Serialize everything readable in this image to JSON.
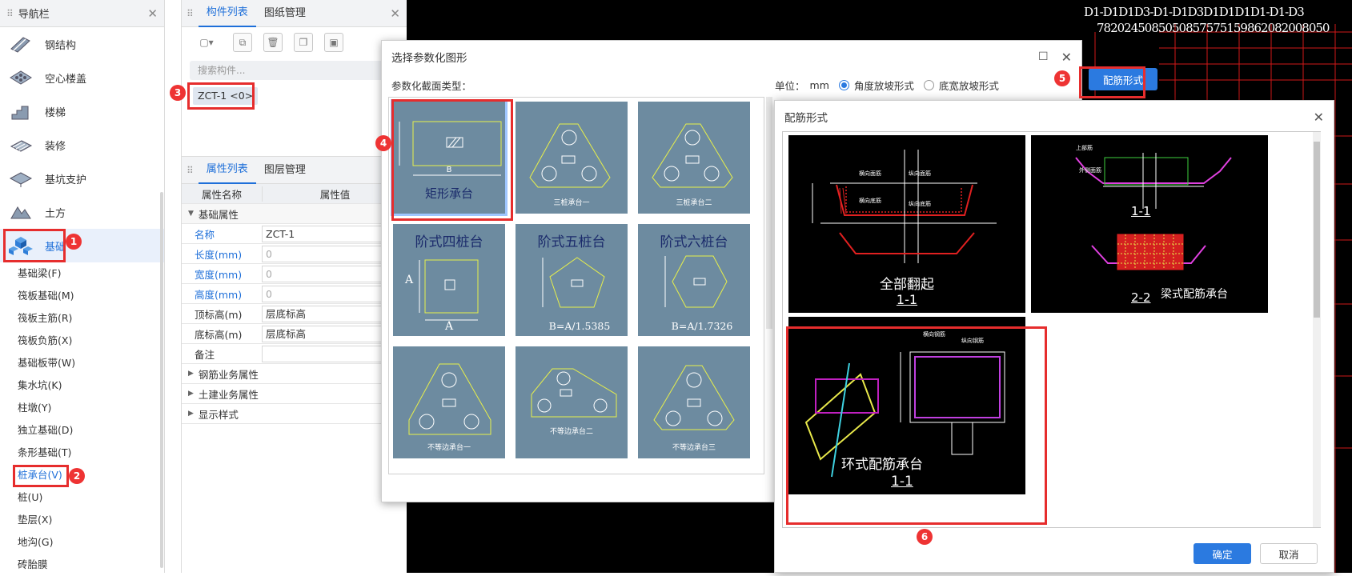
{
  "nav": {
    "title": "导航栏",
    "items": [
      "钢结构",
      "空心楼盖",
      "楼梯",
      "装修",
      "基坑支护",
      "土方",
      "基础"
    ],
    "subitems": [
      "基础梁(F)",
      "筏板基础(M)",
      "筏板主筋(R)",
      "筏板负筋(X)",
      "基础板带(W)",
      "集水坑(K)",
      "柱墩(Y)",
      "独立基础(D)",
      "条形基础(T)",
      "桩承台(V)",
      "桩(U)",
      "垫层(X)",
      "地沟(G)",
      "砖胎膜"
    ]
  },
  "components": {
    "tabs": [
      "构件列表",
      "图纸管理"
    ],
    "search_placeholder": "搜索构件...",
    "item": "ZCT-1 <0>"
  },
  "properties": {
    "tabs": [
      "属性列表",
      "图层管理"
    ],
    "col_name": "属性名称",
    "col_value": "属性值",
    "group": "基础属性",
    "rows": [
      {
        "name": "名称",
        "value": "ZCT-1"
      },
      {
        "name": "长度(mm)",
        "value": "0"
      },
      {
        "name": "宽度(mm)",
        "value": "0"
      },
      {
        "name": "高度(mm)",
        "value": "0"
      },
      {
        "name": "顶标高(m)",
        "value": "层底标高"
      },
      {
        "name": "底标高(m)",
        "value": "层底标高"
      },
      {
        "name": "备注",
        "value": ""
      }
    ],
    "groups": [
      "钢筋业务属性",
      "土建业务属性",
      "显示样式"
    ]
  },
  "dialog1": {
    "title": "选择参数化图形",
    "section_label": "参数化截面类型：",
    "unit_label": "单位：",
    "unit_value": "mm",
    "radio1": "角度放坡形式",
    "radio2": "底宽放坡形式",
    "rebar_button": "配筋形式",
    "shapes": [
      {
        "label": "矩形承台",
        "sub": "B"
      },
      {
        "label": "",
        "sub": "三桩承台一"
      },
      {
        "label": "",
        "sub": "三桩承台二"
      },
      {
        "label": "阶式四桩台",
        "sub": "A"
      },
      {
        "label": "阶式五桩台",
        "sub": "B=A/1.5385"
      },
      {
        "label": "阶式六桩台",
        "sub": "B=A/1.7326"
      },
      {
        "label": "",
        "sub": "不等边承台一"
      },
      {
        "label": "",
        "sub": "不等边承台二"
      },
      {
        "label": "",
        "sub": "不等边承台三"
      }
    ]
  },
  "dialog2": {
    "title": "配筋形式",
    "options": [
      {
        "title": "全部翻起",
        "sub": "1-1"
      },
      {
        "title": "梁式配筋承台",
        "sub": "2-2"
      },
      {
        "title": "环式配筋承台",
        "sub": "1-1"
      }
    ],
    "ok": "确定",
    "cancel": "取消"
  },
  "badges": [
    "1",
    "2",
    "3",
    "4",
    "5",
    "6"
  ],
  "cad_text": [
    "D1-D1D1D3-D1-D1D3D1D1D1D1-D1-D3",
    "7820245085050857575159862082008050"
  ]
}
